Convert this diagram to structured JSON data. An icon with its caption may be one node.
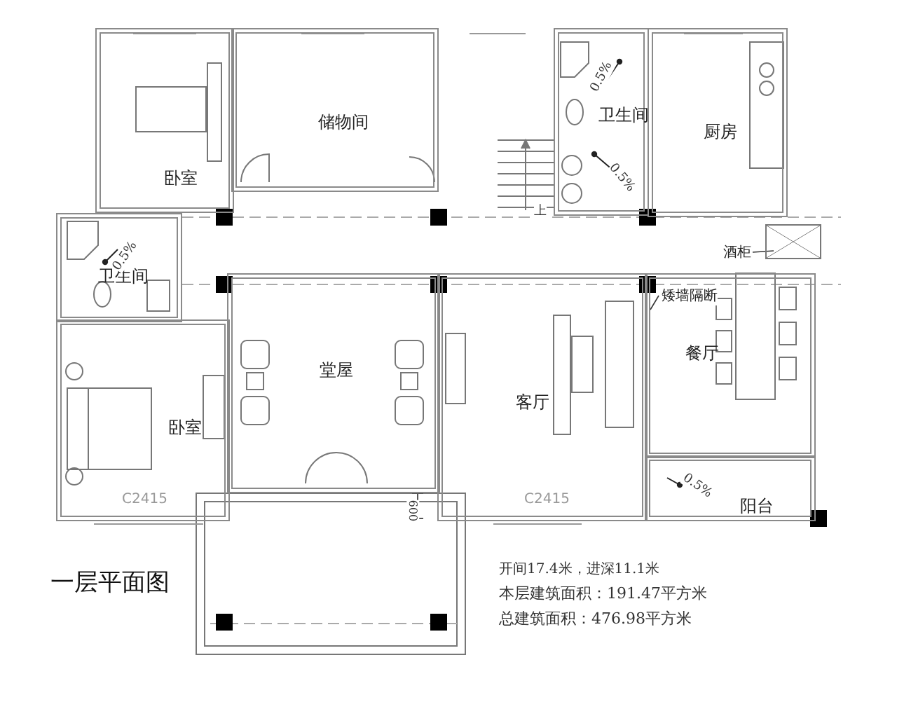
{
  "diagram": {
    "title": "一层平面图",
    "nodes": [
      {
        "text": [
          "卧室"
        ]
      },
      {
        "text": [
          "储物间"
        ]
      },
      {
        "text": [
          "卫生间"
        ]
      },
      {
        "text": [
          "厨房"
        ]
      },
      {
        "text": [
          "卫生间"
        ]
      },
      {
        "text": [
          "酒柜"
        ]
      },
      {
        "text": [],
        "shape": "box"
      },
      {
        "text": [
          "堂屋"
        ]
      },
      {
        "text": [
          "矮墙隔断"
        ],
        "in": 9
      },
      {
        "text": [
          "餐厅"
        ]
      },
      {
        "text": [
          "卧室"
        ]
      },
      {
        "text": [
          "客厅"
        ]
      },
      {
        "text": [
          "阳台"
        ]
      }
    ],
    "edges": [
      {
        "from": 5,
        "to": 6,
        "arrow": "none"
      },
      {
        "from": 8,
        "to": 9,
        "arrow": "none"
      }
    ],
    "labels": [
      "0.5%",
      "0.5%",
      "上",
      "0.5%",
      "C2415",
      "600",
      "C2415",
      "0.5%",
      "开间17.4米，进深11.1米",
      "本层建筑面积：191.47平方米",
      "总建筑面积：476.98平方米"
    ]
  }
}
